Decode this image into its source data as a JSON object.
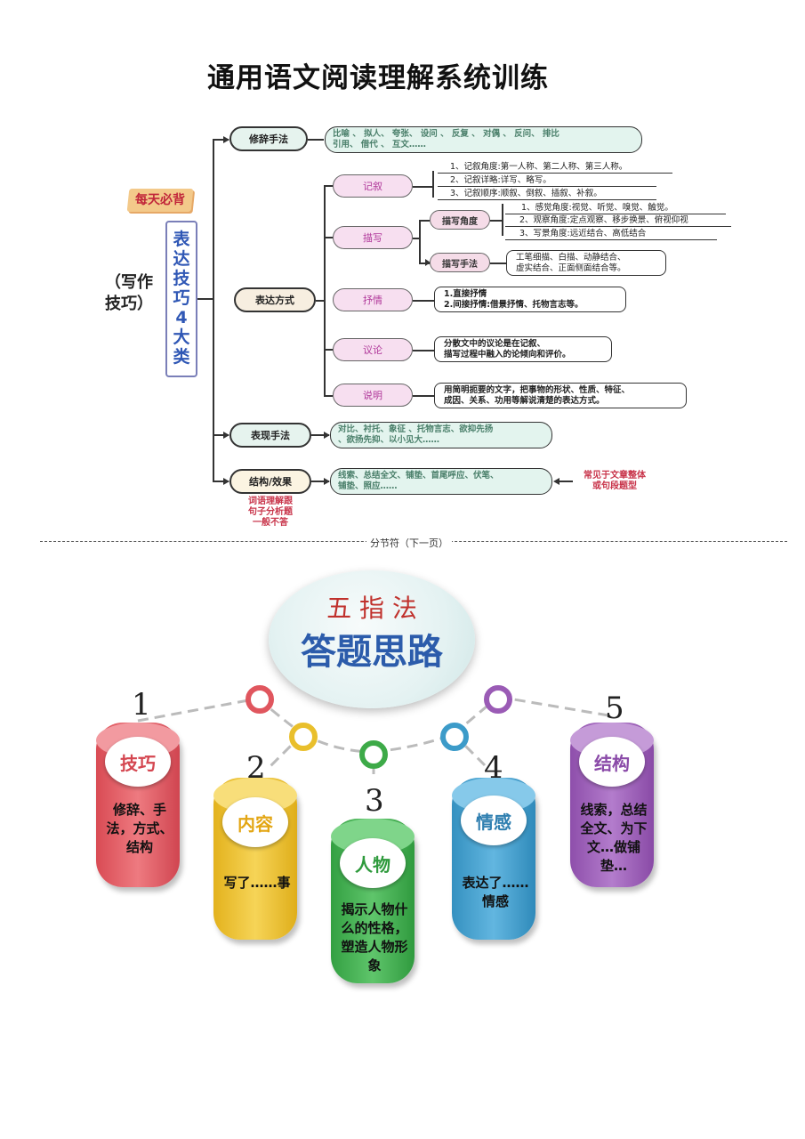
{
  "title": "通用语文阅读理解系统训练",
  "mindmap": {
    "badge": "每天必背",
    "root": "（写作\n技巧）",
    "vertical_label": "表达技巧4大类",
    "branches": {
      "xiuci": {
        "label": "修辞手法",
        "content": "比喻 、 拟人、 夸张、 设问 、 反复 、 对偶 、 反问、 排比\n引用、 借代 、 互文……"
      },
      "biaoda": {
        "label": "表达方式",
        "jixu": {
          "label": "记叙",
          "items": [
            "1、记叙角度:第一人称、第二人称、第三人称。",
            "2、记叙详略:详写、略写。",
            "3、记叙顺序:顺叙、倒叙、插叙、补叙。"
          ]
        },
        "miaoxie": {
          "label": "描写",
          "jiaodu": {
            "label": "描写角度",
            "items": [
              "1、感觉角度:视觉、听觉、嗅觉、触觉。",
              "2、观察角度:定点观察、移步换景、俯视仰视",
              "3、写景角度:远近结合、高低结合"
            ]
          },
          "shoufa": {
            "label": "描写手法",
            "content": "工笔细描、白描、动静结合、\n虚实结合、正面侧面结合等。"
          }
        },
        "shuqing": {
          "label": "抒情",
          "content": "1.直接抒情\n2.间接抒情:借景抒情、托物言志等。"
        },
        "yilun": {
          "label": "议论",
          "content": "分散文中的议论是在记叙、\n描写过程中融入的论倾向和评价。"
        },
        "shuoming": {
          "label": "说明",
          "content": "用简明扼要的文字，把事物的形状、性质、特征、\n成因、关系、功用等解说清楚的表达方式。"
        }
      },
      "biaoxian": {
        "label": "表现手法",
        "content": "对比、衬托、象征 、托物言志、欲抑先扬\n、欲扬先抑、以小见大……"
      },
      "jiegou": {
        "label": "结构/效果",
        "content": "线索、总结全文、铺垫、首尾呼应、伏笔、\n铺垫、照应……",
        "left_note": "词语理解跟\n句子分析题\n一般不答",
        "right_note": "常见于文章整体\n或句段题型"
      }
    }
  },
  "divider": "分节符（下一页）",
  "five_finger": {
    "title1": "五 指 法",
    "title2": "答题思路",
    "items": [
      {
        "num": "1",
        "label": "技巧",
        "desc": "修辞、手\n法，方式、\n结构",
        "color": "#e0565e"
      },
      {
        "num": "2",
        "label": "内容",
        "desc": "写了……事",
        "color": "#e9bf2c"
      },
      {
        "num": "3",
        "label": "人物",
        "desc": "揭示人物什\n么的性格，\n塑造人物形\n象",
        "color": "#3daa48"
      },
      {
        "num": "4",
        "label": "情感",
        "desc": "表达了……\n情感",
        "color": "#3c9bc9"
      },
      {
        "num": "5",
        "label": "结构",
        "desc": "线索，总结\n全文、为下\n文…做铺\n垫…",
        "color": "#9a5bb5"
      }
    ]
  },
  "colors": {
    "vertical_label": "#2f57b5",
    "red_note": "#c8344a",
    "title2": "#2c5cab",
    "title1": "#c0312c"
  }
}
